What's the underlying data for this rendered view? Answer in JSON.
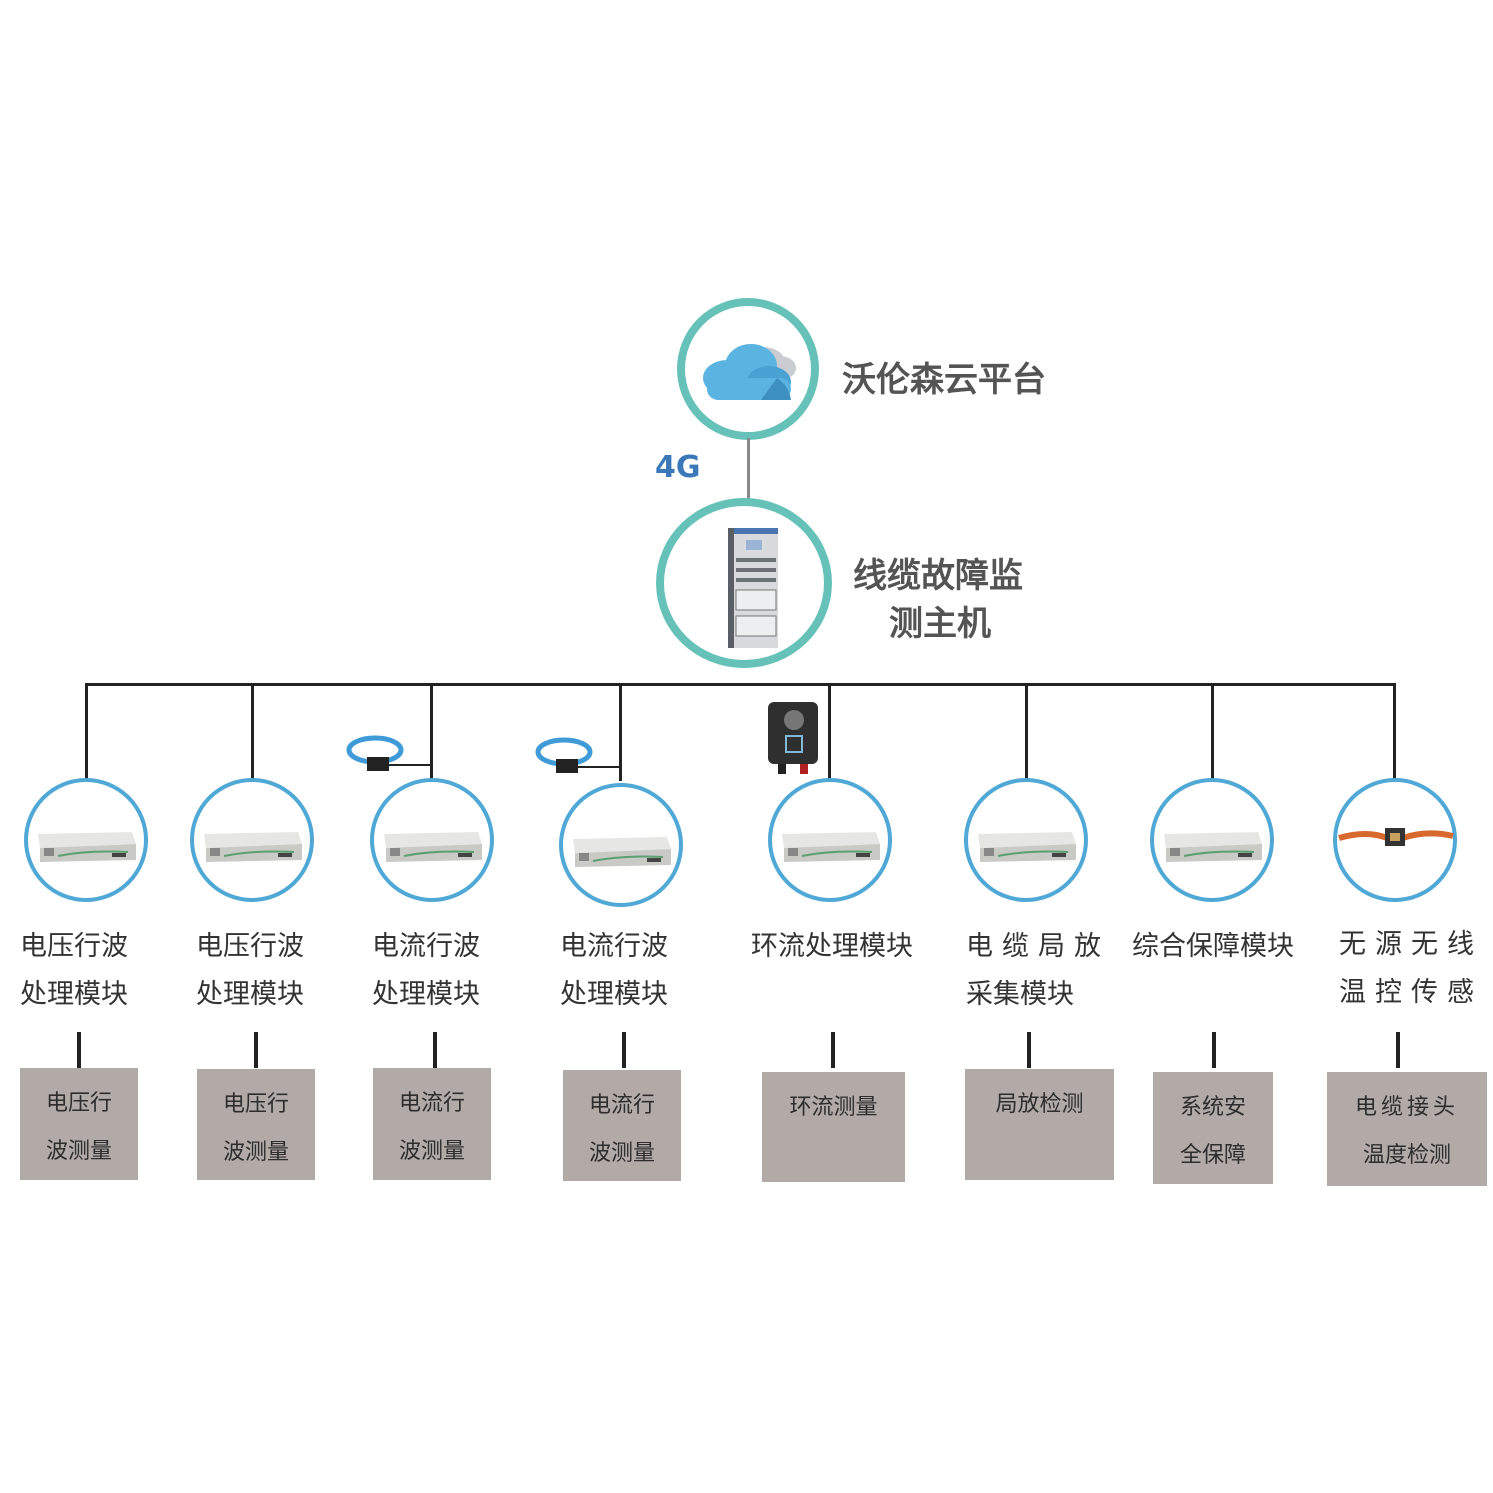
{
  "cloud_platform": {
    "title": "沃伦森云平台"
  },
  "link_label": "4G",
  "host": {
    "title_line1": "线缆故障监",
    "title_line2": "测主机"
  },
  "modules": [
    {
      "name_line1": "电压行波",
      "name_line2": "处理模块",
      "measure_line1": "电压行",
      "measure_line2": "波测量"
    },
    {
      "name_line1": "电压行波",
      "name_line2": "处理模块",
      "measure_line1": "电压行",
      "measure_line2": "波测量"
    },
    {
      "name_line1": "电流行波",
      "name_line2": "处理模块",
      "measure_line1": "电流行",
      "measure_line2": "波测量"
    },
    {
      "name_line1": "电流行波",
      "name_line2": "处理模块",
      "measure_line1": "电流行",
      "measure_line2": "波测量"
    },
    {
      "name_line1": "环流处理模块",
      "name_line2": "",
      "measure_line1": "环流测量",
      "measure_line2": ""
    },
    {
      "name_line1": "电缆局放",
      "name_line2": "采集模块",
      "measure_line1": "局放检测",
      "measure_line2": ""
    },
    {
      "name_line1": "综合保障模块",
      "name_line2": "",
      "measure_line1": "系统安",
      "measure_line2": "全保障"
    },
    {
      "name_line1": "无源无线",
      "name_line2": "温控传感",
      "measure_line1": "电缆接头",
      "measure_line2": "温度检测"
    }
  ],
  "colors": {
    "teal_ring": "#66c2b9",
    "blue_ring": "#4fa8d6",
    "box_fill": "#b1aaa6",
    "link_text": "#3a78b8"
  }
}
